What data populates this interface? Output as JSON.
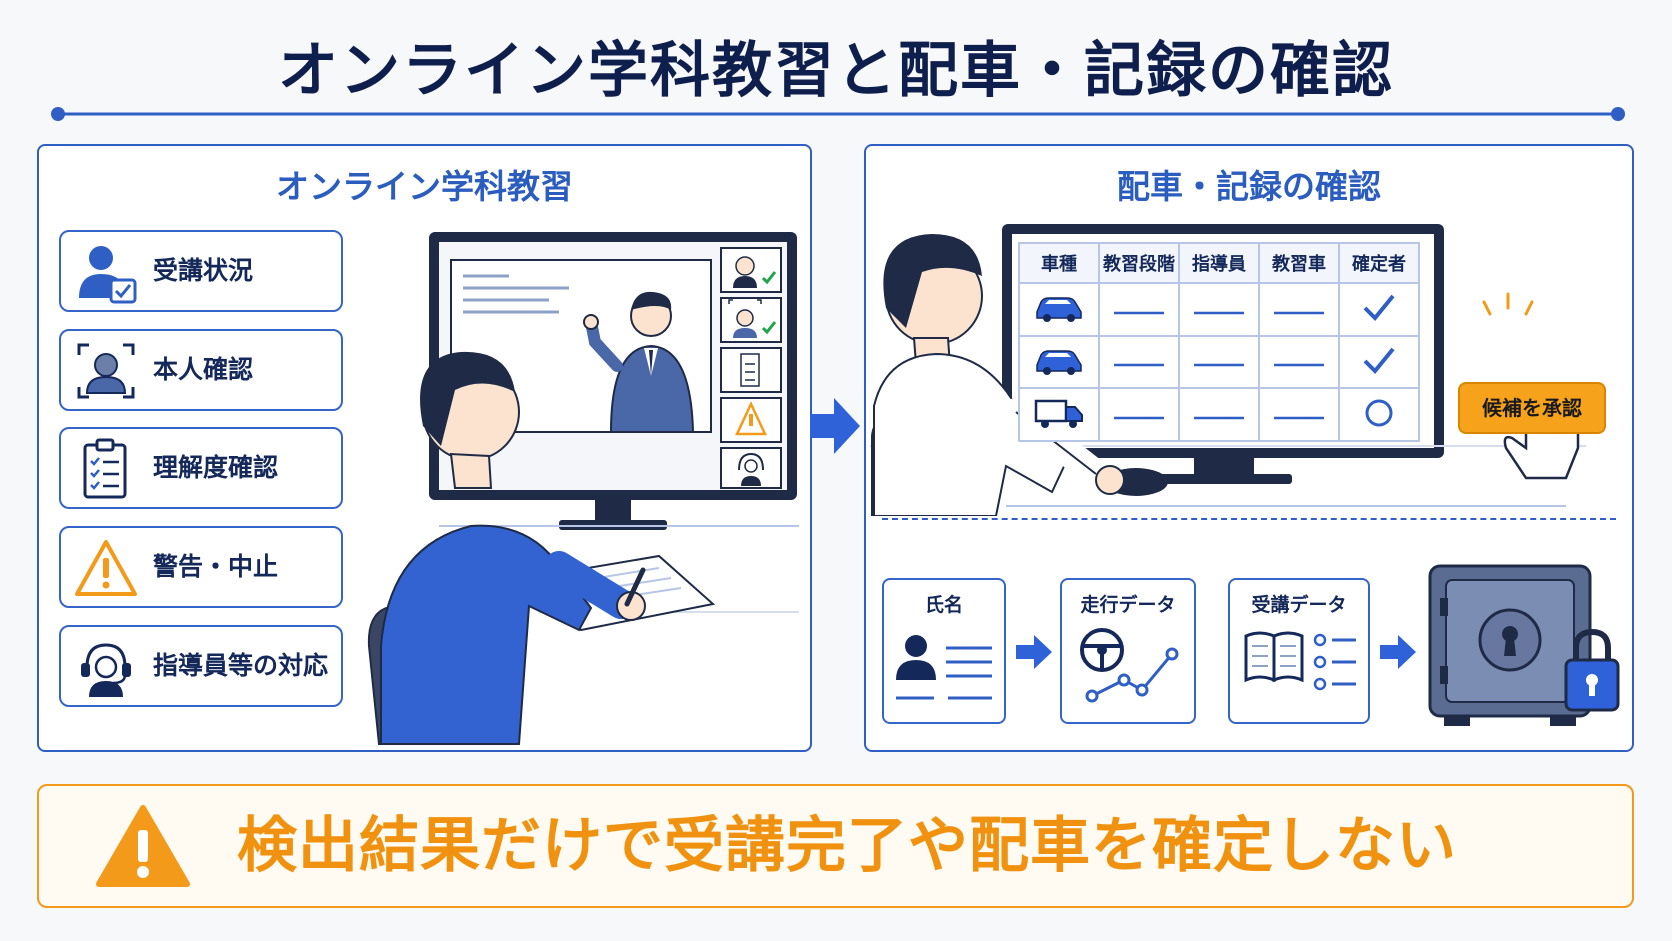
{
  "title": "オンライン学科教習と配車・記録の確認",
  "left_panel": {
    "title": "オンライン学科教習",
    "items": [
      {
        "label": "受講状況",
        "icon": "user-check-icon"
      },
      {
        "label": "本人確認",
        "icon": "face-scan-icon"
      },
      {
        "label": "理解度確認",
        "icon": "checklist-icon"
      },
      {
        "label": "警告・中止",
        "icon": "warning-icon"
      },
      {
        "label": "指導員等の対応",
        "icon": "headset-icon"
      }
    ]
  },
  "right_panel": {
    "title": "配車・記録の確認",
    "table": {
      "headers": [
        "車種",
        "教習段階",
        "指導員",
        "教習車",
        "確定者"
      ],
      "rows": [
        {
          "vehicle": "car-icon",
          "status": "check"
        },
        {
          "vehicle": "car-icon",
          "status": "check"
        },
        {
          "vehicle": "truck-icon",
          "status": "circle"
        }
      ]
    },
    "approve_button": "候補を承認",
    "records": [
      {
        "label": "氏名",
        "icon": "id-card-icon"
      },
      {
        "label": "走行データ",
        "icon": "steering-chart-icon"
      },
      {
        "label": "受講データ",
        "icon": "book-list-icon"
      }
    ],
    "storage_icon": "safe-lock-icon"
  },
  "warning": {
    "text": "検出結果だけで受講完了や配車を確定しない",
    "icon": "warning-triangle-icon"
  },
  "colors": {
    "navy": "#0f1f4d",
    "blue": "#2f5fc5",
    "orange": "#f39a1a",
    "green_check": "#22a34a"
  }
}
